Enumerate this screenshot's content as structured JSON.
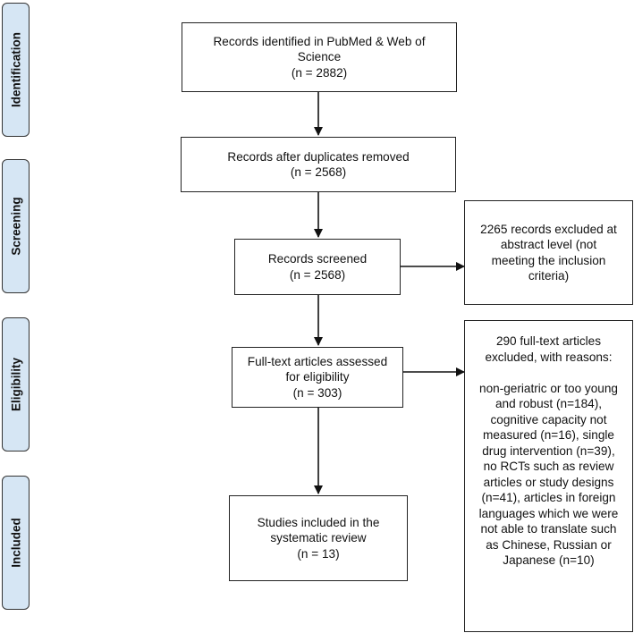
{
  "phases": {
    "identification": "Identification",
    "screening": "Screening",
    "eligibility": "Eligibility",
    "included": "Included"
  },
  "boxes": {
    "identified": "Records identified in PubMed & Web of\nScience\n(n = 2882)",
    "after_duplicates": "Records after duplicates removed\n(n = 2568)",
    "screened": "Records screened\n(n = 2568)",
    "excluded_abstract": "2265 records excluded at\nabstract level (not\nmeeting the inclusion\ncriteria)",
    "full_text_assessed": "Full-text articles assessed\nfor eligibility\n(n = 303)",
    "full_text_excluded": "290 full-text articles\nexcluded, with reasons:\n\nnon-geriatric or too young\nand robust (n=184),\ncognitive capacity not\nmeasured (n=16), single\ndrug intervention (n=39),\nno RCTs such as review\narticles or study designs\n(n=41), articles in foreign\nlanguages which we were\nnot able to translate such\nas Chinese, Russian or\nJapanese (n=10)",
    "included": "Studies included in the\nsystematic review\n(n = 13)"
  }
}
